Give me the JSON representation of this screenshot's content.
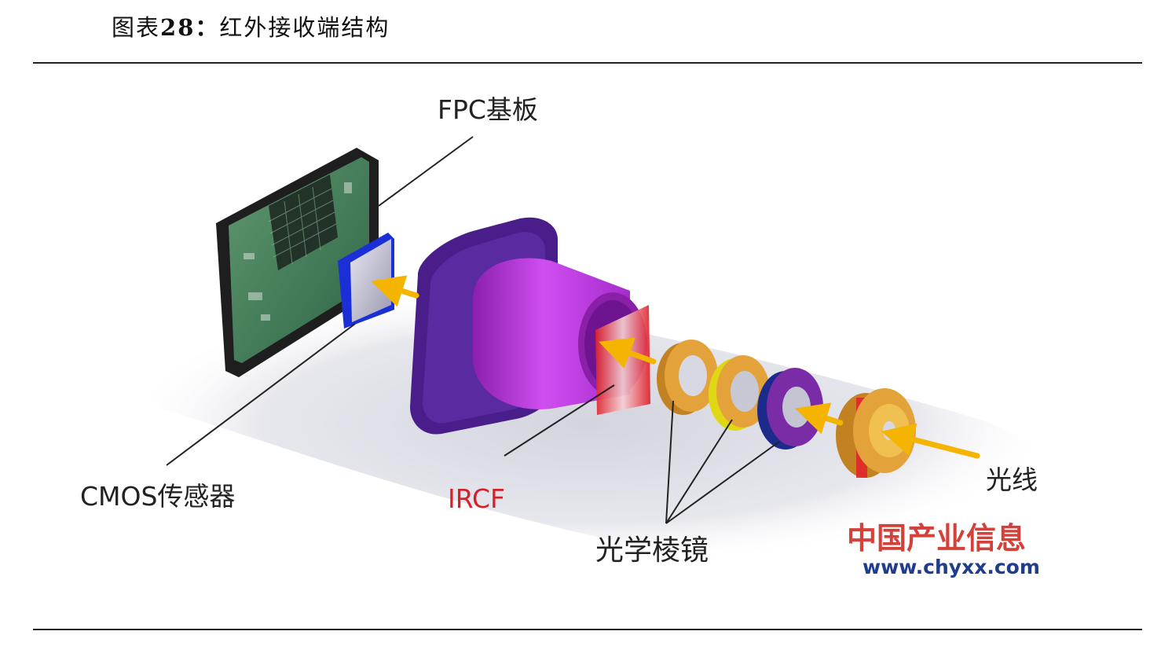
{
  "figure": {
    "title_prefix": "图表",
    "title_number": "28：",
    "title_text": "红外接收端结构"
  },
  "labels": {
    "fpc": "FPC基板",
    "cmos": "CMOS传感器",
    "ircf": "IRCF",
    "prism": "光学棱镜",
    "light": "光线"
  },
  "watermark": {
    "name": "中国产业信息",
    "url": "www.chyxx.com"
  },
  "colors": {
    "board_frame": "#1e1e1e",
    "board_pcb": "#3d7a55",
    "cmos_blue": "#1a2fd6",
    "lens_housing": "#4a1e8a",
    "lens_barrel": "#b233d6",
    "ircf_red": "#e0202a",
    "prism_gold": "#e3a23a",
    "prism_yellow": "#f2ea1c",
    "prism_navy": "#1c2a8c",
    "prism_purple": "#7a2ca6",
    "light_arrow": "#f5b400",
    "watermark_red": "#d4403a",
    "watermark_blue": "#1f3d8c"
  }
}
